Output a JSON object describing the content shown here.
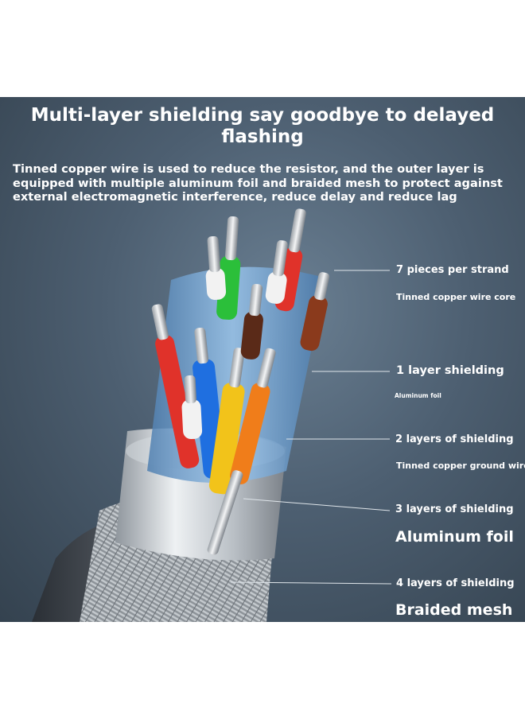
{
  "title": "Multi-layer shielding say goodbye to delayed flashing",
  "subtitle": "Tinned copper wire is used to reduce the resistor, and the outer layer is equipped with multiple aluminum foil and braided mesh to protect against external electromagnetic interference, reduce delay and reduce lag",
  "callouts": [
    {
      "label": "7 pieces per strand",
      "sublabel": "Tinned copper wire core"
    },
    {
      "label": "1 layer shielding",
      "sublabel": "Aluminum foil"
    },
    {
      "label": "2 layers of shielding",
      "sublabel": "Tinned copper ground wire"
    },
    {
      "label": "3 layers of shielding",
      "sublabel": "Aluminum foil"
    },
    {
      "label": "4 layers of shielding",
      "sublabel": "Braided mesh"
    }
  ],
  "colors": {
    "background": "#4d5f71",
    "braid": "#9aa0a6",
    "foil": "#c9cfd4",
    "shield": "#6fa6dd",
    "wire_green": "#2bbf3a",
    "wire_red": "#e0322a",
    "wire_brown": "#8a3a1c",
    "wire_blue": "#1f6fe0",
    "wire_yellow": "#f2c31a",
    "wire_orange": "#f07d1a",
    "wire_white": "#f2f2f2"
  }
}
